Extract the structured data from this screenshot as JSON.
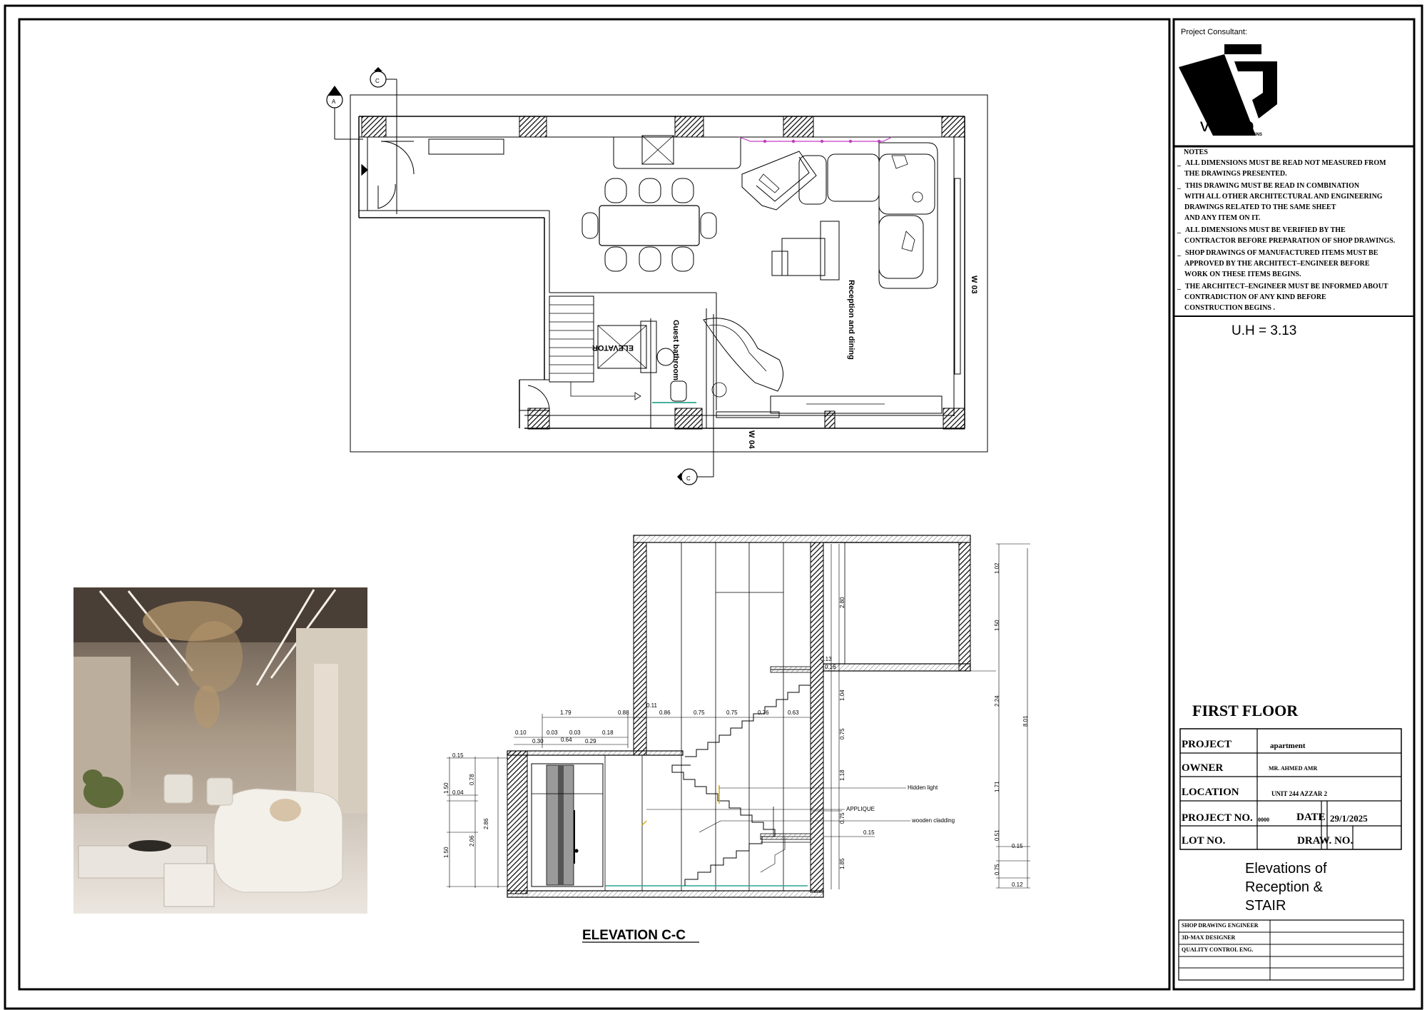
{
  "title_block": {
    "consultant_label": "Project Consultant:",
    "logo_text": "vento",
    "logo_sub": "DESIGNS",
    "notes_title": "NOTES",
    "notes": [
      {
        "bullet": "_",
        "lines": [
          "ALL DIMENSIONS MUST BE READ NOT MEASURED FROM",
          "THE DRAWINGS PRESENTED."
        ]
      },
      {
        "bullet": "_",
        "lines": [
          "THIS DRAWING MUST BE READ IN COMBINATION",
          "WITH ALL OTHER ARCHITECTURAL AND ENGINEERING",
          "DRAWINGS RELATED TO THE SAME SHEET",
          "AND ANY ITEM ON IT."
        ]
      },
      {
        "bullet": "_",
        "lines": [
          "ALL DIMENSIONS MUST BE VERIFIED BY THE",
          "CONTRACTOR BEFORE PREPARATION OF SHOP DRAWINGS."
        ]
      },
      {
        "bullet": "_",
        "lines": [
          "SHOP DRAWINGS OF MANUFACTURED ITEMS MUST BE",
          "APPROVED BY THE ARCHITECT–ENGINEER BEFORE",
          "WORK ON THESE ITEMS BEGINS."
        ]
      },
      {
        "bullet": "_",
        "lines": [
          "THE ARCHITECT–ENGINEER MUST BE INFORMED ABOUT",
          "CONTRADICTION OF ANY KIND BEFORE",
          "CONSTRUCTION BEGINS ."
        ]
      }
    ],
    "uh": "U.H = 3.13",
    "floor": "FIRST FLOOR",
    "project_label": "PROJECT",
    "project_value": "apartment",
    "owner_label": "OWNER",
    "owner_value": "MR. AHMED AMR",
    "location_label": "LOCATION",
    "location_value": "UNIT 244 AZZAR 2",
    "project_no_label": "PROJECT NO.",
    "project_no_value": "0000",
    "date_label": "DATE",
    "date_value": "29/1/2025",
    "lot_label": "LOT NO.",
    "draw_label": "DRAW. NO.",
    "sheet_title": [
      "Elevations of",
      "Reception &",
      "STAIR"
    ],
    "roles": [
      "SHOP DRAWING ENGINEER",
      "3D-MAX DESIGNER",
      "QUALITY CONTROL ENG."
    ]
  },
  "plan": {
    "labels": {
      "reception": "Reception and dining",
      "guest": "Guest bathroom",
      "elevator": "ELEVATOR",
      "w03": "W 03",
      "w04": "W 04"
    },
    "markers": {
      "a": "A",
      "c_top": "C",
      "c_bottom": "C"
    }
  },
  "elevation": {
    "title": "ELEVATION C-C",
    "dims_top": [
      "1.79",
      "0.88",
      "0.11",
      "0.86",
      "0.75",
      "0.75",
      "0.76",
      "0.63"
    ],
    "dims_row2": [
      "0.10",
      "0.03",
      "0.03",
      "0.18"
    ],
    "dims_row3": [
      "0.30",
      "0.64",
      "0.29"
    ],
    "dims_left": [
      "0.15",
      "1.50",
      "0.04",
      "0.78",
      "2.86",
      "2.06",
      "1.50"
    ],
    "dims_mid": [
      "2.80",
      "0.13",
      "0.16",
      "1.04",
      "0.75",
      "1.18",
      "0.75",
      "0.15",
      "1.85"
    ],
    "dims_right": [
      "1.02",
      "1.50",
      "2.24",
      "1.71",
      "0.51",
      "0.75",
      "8.01",
      "0.15",
      "0.12"
    ],
    "callouts": [
      "Hidden light",
      "APPLIQUE",
      "wooden cladding"
    ]
  },
  "colors": {
    "line": "#000000",
    "accent_green": "#2ca58d",
    "accent_magenta": "#c23cc2",
    "accent_yellow": "#d4b000"
  }
}
